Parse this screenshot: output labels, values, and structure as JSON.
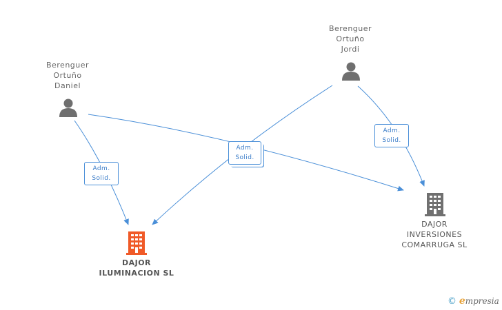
{
  "people": [
    {
      "id": "daniel",
      "name": "Berenguer\nOrtuño\nDaniel"
    },
    {
      "id": "jordi",
      "name": "Berenguer\nOrtuño\nJordi"
    }
  ],
  "companies": [
    {
      "id": "iluminacion",
      "name": "DAJOR\nILUMINACION SL",
      "color": "#f05a28"
    },
    {
      "id": "inversiones",
      "name": "DAJOR\nINVERSIONES\nCOMARRUGA SL",
      "color": "#707070"
    }
  ],
  "relations": [
    {
      "id": "r1",
      "label": "Adm.\nSolid."
    },
    {
      "id": "r2",
      "label": "Adm.\nSolid."
    },
    {
      "id": "r3",
      "label": "Adm.\nSolid."
    }
  ],
  "colors": {
    "edge": "#4a8fd8",
    "person_icon": "#6f6f6f"
  },
  "icons": {
    "person": "person-icon",
    "company": "building-icon"
  },
  "brand": {
    "copyright": "©",
    "initial": "e",
    "rest": "mpresia"
  }
}
